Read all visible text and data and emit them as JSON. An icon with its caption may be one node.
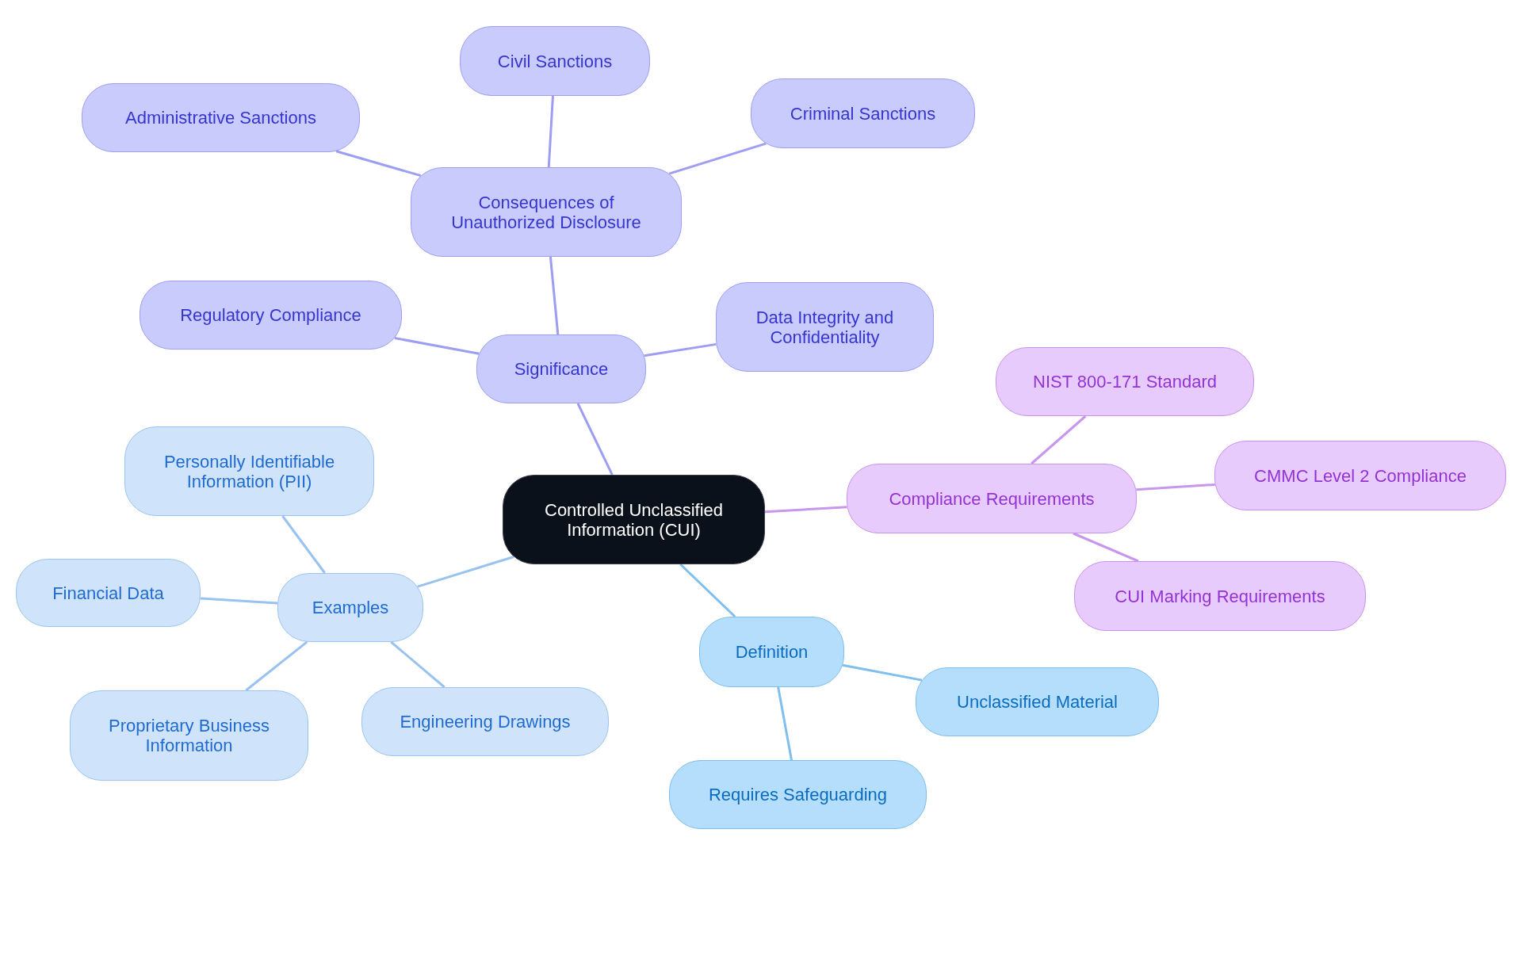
{
  "diagram": {
    "nodes": [
      {
        "text": [
          "Controlled Unclassified Information (CUI)"
        ]
      },
      {
        "text": [
          "Significance"
        ]
      },
      {
        "text": [
          "Consequences of Unauthorized Disclosure"
        ]
      },
      {
        "text": [
          "Administrative Sanctions"
        ]
      },
      {
        "text": [
          "Civil Sanctions"
        ]
      },
      {
        "text": [
          "Criminal Sanctions"
        ]
      },
      {
        "text": [
          "Regulatory Compliance"
        ]
      },
      {
        "text": [
          "Data Integrity and Confidentiality"
        ]
      },
      {
        "text": [
          "Compliance Requirements"
        ]
      },
      {
        "text": [
          "NIST 800-171 Standard"
        ]
      },
      {
        "text": [
          "CMMC Level 2 Compliance"
        ]
      },
      {
        "text": [
          "CUI Marking Requirements"
        ]
      },
      {
        "text": [
          "Examples"
        ]
      },
      {
        "text": [
          "Personally Identifiable Information (PII)"
        ]
      },
      {
        "text": [
          "Financial Data"
        ]
      },
      {
        "text": [
          "Proprietary Business Information"
        ]
      },
      {
        "text": [
          "Engineering Drawings"
        ]
      },
      {
        "text": [
          "Definition"
        ]
      },
      {
        "text": [
          "Unclassified Material"
        ]
      },
      {
        "text": [
          "Requires Safeguarding"
        ]
      }
    ],
    "edges": [
      {
        "from": 0,
        "to": 1,
        "arrow": "none",
        "color": "#9c9ef3"
      },
      {
        "from": 1,
        "to": 2,
        "arrow": "none",
        "color": "#9c9ef3"
      },
      {
        "from": 2,
        "to": 3,
        "arrow": "none",
        "color": "#9c9ef3"
      },
      {
        "from": 2,
        "to": 4,
        "arrow": "none",
        "color": "#9c9ef3"
      },
      {
        "from": 2,
        "to": 5,
        "arrow": "none",
        "color": "#9c9ef3"
      },
      {
        "from": 1,
        "to": 6,
        "arrow": "none",
        "color": "#9c9ef3"
      },
      {
        "from": 1,
        "to": 7,
        "arrow": "none",
        "color": "#9c9ef3"
      },
      {
        "from": 0,
        "to": 8,
        "arrow": "none",
        "color": "#c996ee"
      },
      {
        "from": 8,
        "to": 9,
        "arrow": "none",
        "color": "#c996ee"
      },
      {
        "from": 8,
        "to": 10,
        "arrow": "none",
        "color": "#c996ee"
      },
      {
        "from": 8,
        "to": 11,
        "arrow": "none",
        "color": "#c996ee"
      },
      {
        "from": 0,
        "to": 12,
        "arrow": "none",
        "color": "#98c3f0"
      },
      {
        "from": 12,
        "to": 13,
        "arrow": "none",
        "color": "#98c3f0"
      },
      {
        "from": 12,
        "to": 14,
        "arrow": "none",
        "color": "#98c3f0"
      },
      {
        "from": 12,
        "to": 15,
        "arrow": "none",
        "color": "#98c3f0"
      },
      {
        "from": 12,
        "to": 16,
        "arrow": "none",
        "color": "#98c3f0"
      },
      {
        "from": 0,
        "to": 17,
        "arrow": "none",
        "color": "#7ebfee"
      },
      {
        "from": 17,
        "to": 18,
        "arrow": "none",
        "color": "#7ebfee"
      },
      {
        "from": 17,
        "to": 19,
        "arrow": "none",
        "color": "#7ebfee"
      }
    ]
  }
}
